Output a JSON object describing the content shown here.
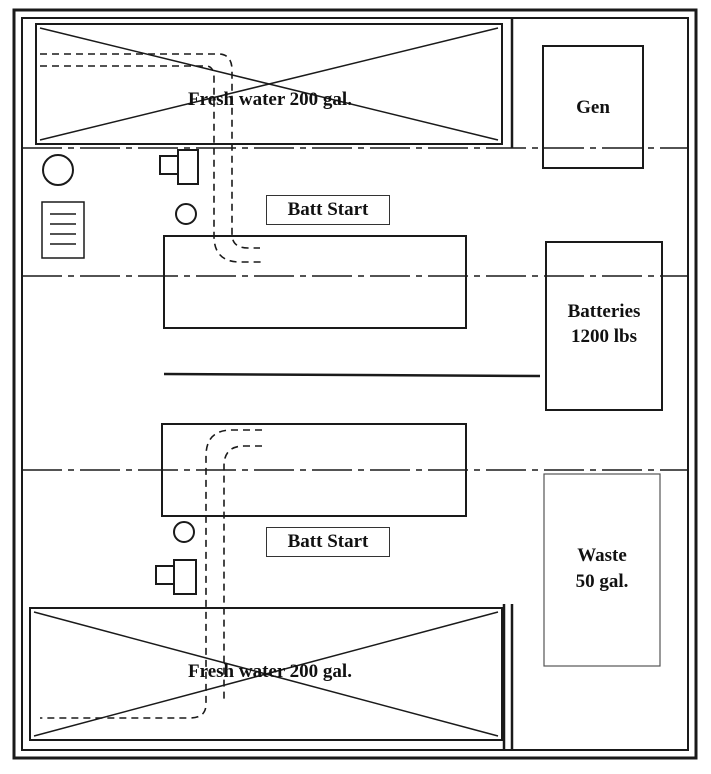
{
  "labels": {
    "fresh_water_top": "Fresh water 200 gal.",
    "fresh_water_bottom": "Fresh water 200 gal.",
    "gen": "Gen",
    "batt_start_top": "Batt Start",
    "batt_start_bottom": "Batt Start",
    "batteries_line1": "Batteries",
    "batteries_line2": "1200 lbs",
    "waste_line1": "Waste",
    "waste_line2": "50 gal."
  },
  "colors": {
    "ink": "#1a1a1a",
    "paper": "#ffffff"
  }
}
